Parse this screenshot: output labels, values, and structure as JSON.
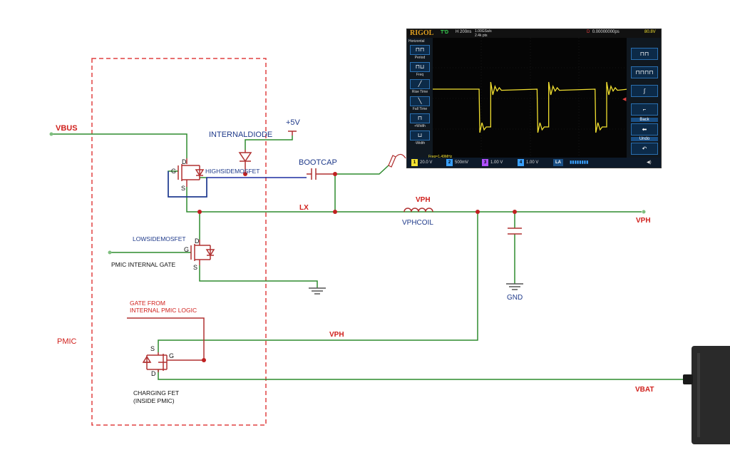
{
  "labels": {
    "vbus": "VBUS",
    "vph_out": "VPH",
    "vph_coil_top": "VPH",
    "vph_mid": "VPH",
    "vbat": "VBAT",
    "lx": "LX",
    "pmic": "PMIC",
    "plus5v": "+5V",
    "internal_diode": "INTERNALDIODE",
    "bootcap": "BOOTCAP",
    "high_side": "HIGHSIDEMOSFET",
    "low_side": "LOWSIDEMOSFET",
    "pmic_gate": "PMIC INTERNAL GATE",
    "vph_coil": "VPHCOIL",
    "gnd": "GND",
    "gate_from_1": "GATE FROM",
    "gate_from_2": "INTERNAL PMIC LOGIC",
    "charging_fet_1": "CHARGING FET",
    "charging_fet_2": "(INSIDE PMIC)",
    "pin_d_hs": "D",
    "pin_g_hs": "G",
    "pin_s_hs": "S",
    "pin_d_ls": "D",
    "pin_g_ls": "G",
    "pin_s_ls": "S",
    "pin_s_cf": "S",
    "pin_g_cf": "G",
    "pin_d_cf": "D"
  },
  "colors": {
    "wire": "#2e8b2e",
    "component": "#b03030",
    "highside_box": "#1f2fa0",
    "label_red": "#d0201c",
    "label_navy": "#1f3a8a",
    "pmic_border": "#e04040",
    "trace": "#f2e030"
  },
  "scope": {
    "brand": "RIGOL",
    "status": "T'D",
    "h_label": "H",
    "time_div": "200ns",
    "sample_rate_1": "1.00GSa/s",
    "sample_rate_2": "2.4k pts",
    "trigger_label": "D",
    "trigger_offset": "0.00000000ps",
    "trigger_level": "80.8V",
    "menu_title": "Horizontal",
    "left_menu": [
      "Period",
      "Freq",
      "Rise Time",
      "Fall Time",
      "+Width",
      "-Width"
    ],
    "right_menu": {
      "back": "Back",
      "undo": "Undo"
    },
    "cursor_readout": "Freq=1.49MHz",
    "channels": [
      {
        "num": "1",
        "scale": "20.0 V",
        "color": "#f2e030"
      },
      {
        "num": "2",
        "scale": "500mV",
        "color": "#39a0ff"
      },
      {
        "num": "3",
        "scale": "1.00 V",
        "color": "#b050ff"
      },
      {
        "num": "4",
        "scale": "1.00 V",
        "color": "#39a0ff"
      }
    ],
    "la": "LA",
    "waveform": {
      "type": "line",
      "periods_visible": 3,
      "high_fraction": 0.8,
      "ringing": true
    }
  }
}
